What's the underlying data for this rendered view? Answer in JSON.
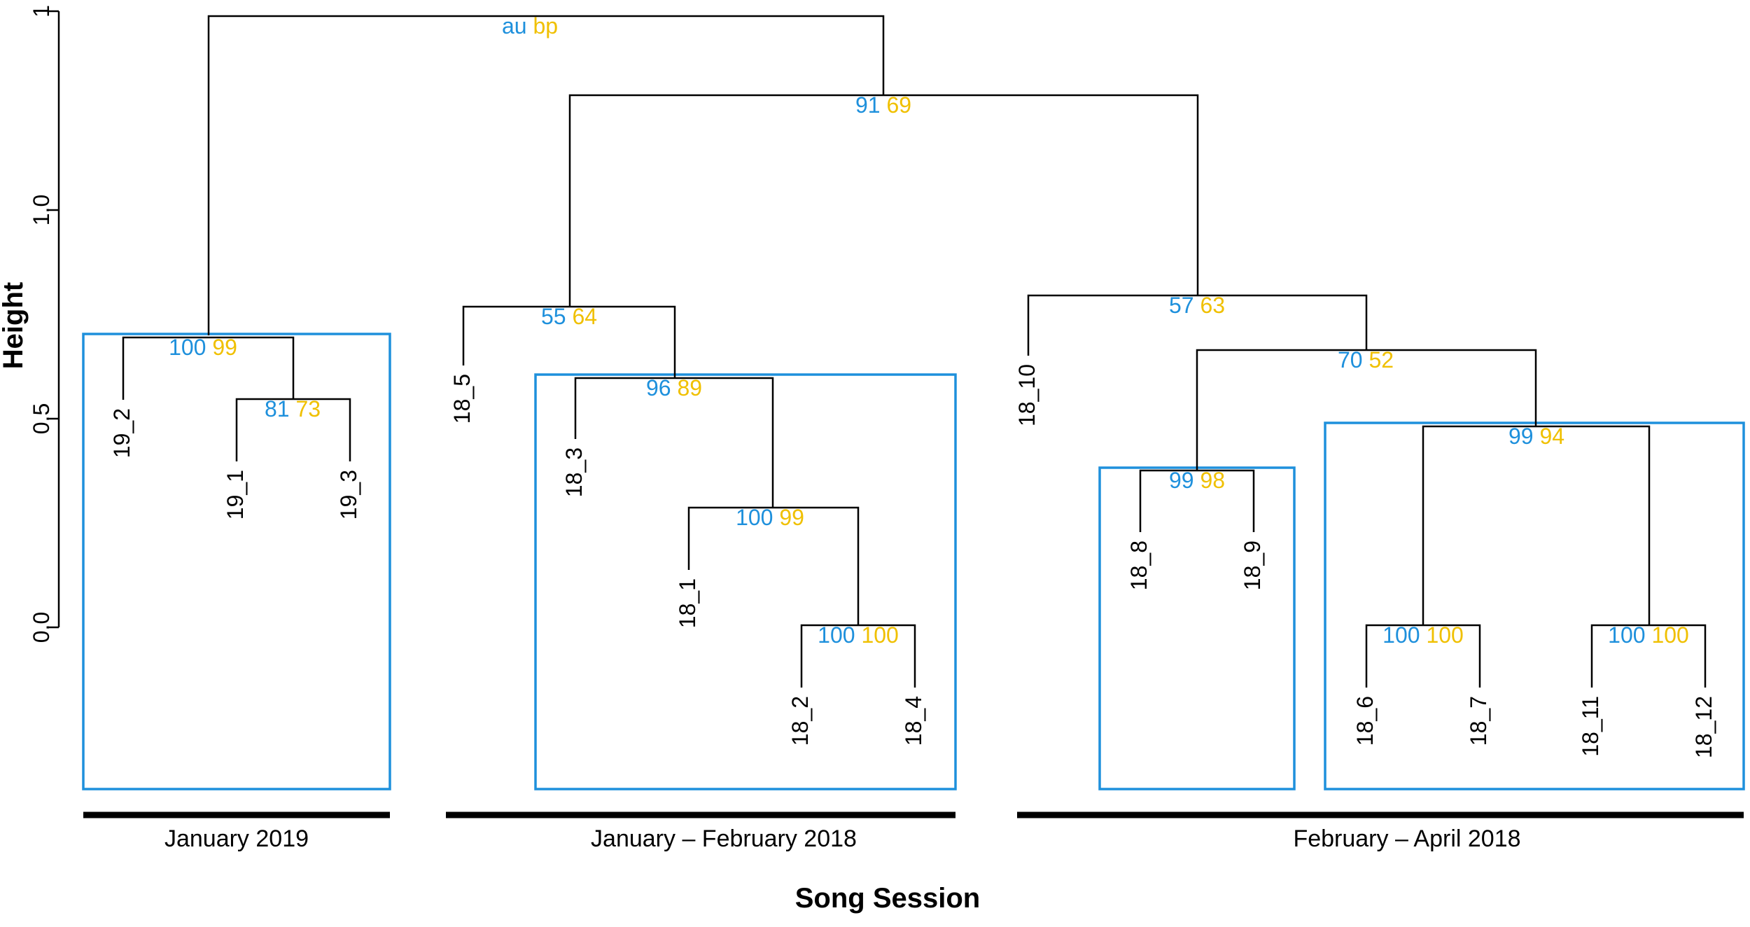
{
  "axis": {
    "y_title": "Height",
    "x_title": "Song Session",
    "ticks": [
      "0.0",
      "0.5",
      "1.0",
      "1"
    ]
  },
  "colors": {
    "au": "#1e90dc",
    "bp": "#f0c000",
    "box": "#1e90dc",
    "line": "#000000"
  },
  "leaves": [
    "19_2",
    "19_1",
    "19_3",
    "18_5",
    "18_3",
    "18_1",
    "18_2",
    "18_4",
    "18_10",
    "18_8",
    "18_9",
    "18_6",
    "18_7",
    "18_11",
    "18_12"
  ],
  "nodes": [
    {
      "id": "root",
      "au": "au",
      "bp": "bp"
    },
    {
      "id": "n_9169",
      "au": "91",
      "bp": "69"
    },
    {
      "id": "n_5564",
      "au": "55",
      "bp": "64"
    },
    {
      "id": "n_5763",
      "au": "57",
      "bp": "63"
    },
    {
      "id": "n_10099a",
      "au": "100",
      "bp": "99"
    },
    {
      "id": "n_8173",
      "au": "81",
      "bp": "73"
    },
    {
      "id": "n_9689",
      "au": "96",
      "bp": "89"
    },
    {
      "id": "n_10099b",
      "au": "100",
      "bp": "99"
    },
    {
      "id": "n_100100a",
      "au": "100",
      "bp": "100"
    },
    {
      "id": "n_7052",
      "au": "70",
      "bp": "52"
    },
    {
      "id": "n_9998",
      "au": "99",
      "bp": "98"
    },
    {
      "id": "n_9994",
      "au": "99",
      "bp": "94"
    },
    {
      "id": "n_100100b",
      "au": "100",
      "bp": "100"
    },
    {
      "id": "n_100100c",
      "au": "100",
      "bp": "100"
    }
  ],
  "groups": [
    "January 2019",
    "January – February 2018",
    "February – April 2018"
  ]
}
